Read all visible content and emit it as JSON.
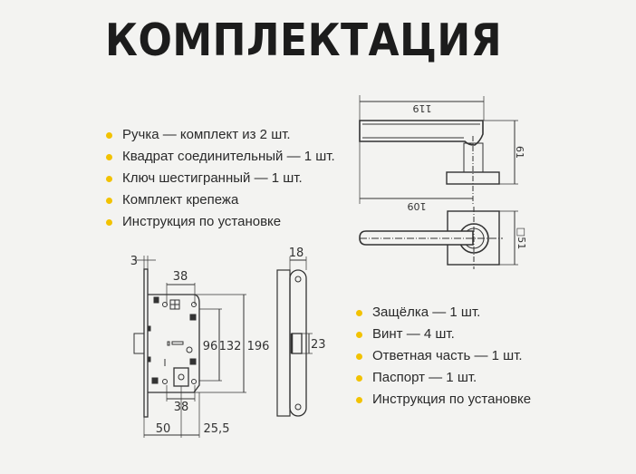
{
  "title": "КОМПЛЕКТАЦИЯ",
  "accent_color": "#f2c200",
  "handle_set_items": [
    "Ручка — комплект из 2 шт.",
    "Квадрат соединительный — 1 шт.",
    "Ключ шестигранный — 1 шт.",
    "Комплект крепежа",
    "Инструкция по установке"
  ],
  "lock_set_items": [
    "Защёлка — 1 шт.",
    "Винт — 4 шт.",
    "Ответная часть — 1 шт.",
    "Паспорт — 1 шт.",
    "Инструкция по установке"
  ],
  "handle_dimensions": {
    "length": "119",
    "height": "61",
    "reach": "109",
    "rose": "□51"
  },
  "lock_dimensions": {
    "plate_thickness": "3",
    "top_spacing": "38",
    "spacing_96": "96",
    "body_132": "132",
    "plate_196": "196",
    "bottom_spacing": "38",
    "backset": "50",
    "depth": "25,5",
    "plate_width": "18",
    "latch_height": "23"
  }
}
